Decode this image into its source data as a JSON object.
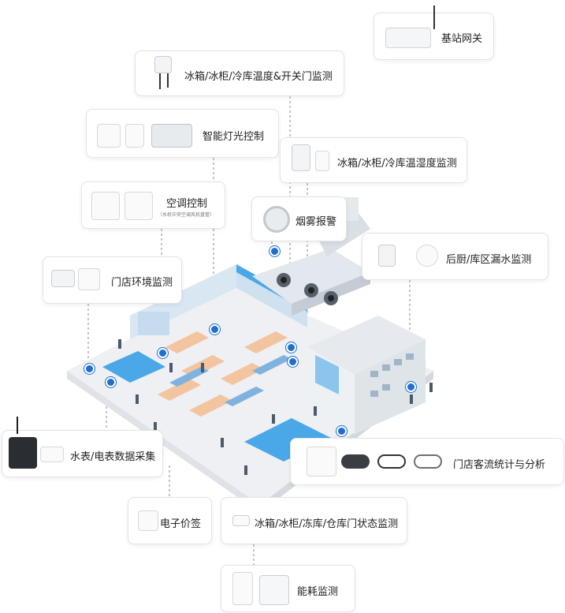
{
  "colors": {
    "accent": "#1f6fd1",
    "floor": "#eef0f3",
    "water": "#4aa8e8",
    "wall": "#d9e7f3"
  },
  "labels": {
    "gateway": "基站网关",
    "fridge_door": "冰箱/冰柜/冷库温度&开关门监测",
    "lighting": "智能灯光控制",
    "fridge_humidity": "冰箱/冰柜/冷库温湿度监测",
    "aircon": "空调控制",
    "aircon_sub": "（水机中央空调风机盘管）",
    "smoke": "烟雾报警",
    "kitchen_leak": "后厨/库区漏水监测",
    "environment": "门店环境监测",
    "meter": "水表/电表数据采集",
    "traffic": "门店客流统计与分析",
    "price_tag": "电子价签",
    "door_status": "冰箱/冰柜/冻库/仓库门状态监测",
    "energy": "能耗监测"
  },
  "icons": {
    "gateway": "gateway-device-icon",
    "fridge_door": "temperature-sensor-icon",
    "lighting": "light-switch-icon",
    "fridge_humidity": "humidity-sensor-icon",
    "aircon": "thermostat-icon",
    "smoke": "smoke-detector-icon",
    "kitchen_leak": "leak-sensor-icon",
    "environment": "environment-monitor-icon",
    "meter": "meter-collector-icon",
    "traffic": "people-counter-icon",
    "price_tag": "price-tag-icon",
    "door_status": "door-sensor-icon",
    "energy": "smart-plug-icon"
  }
}
